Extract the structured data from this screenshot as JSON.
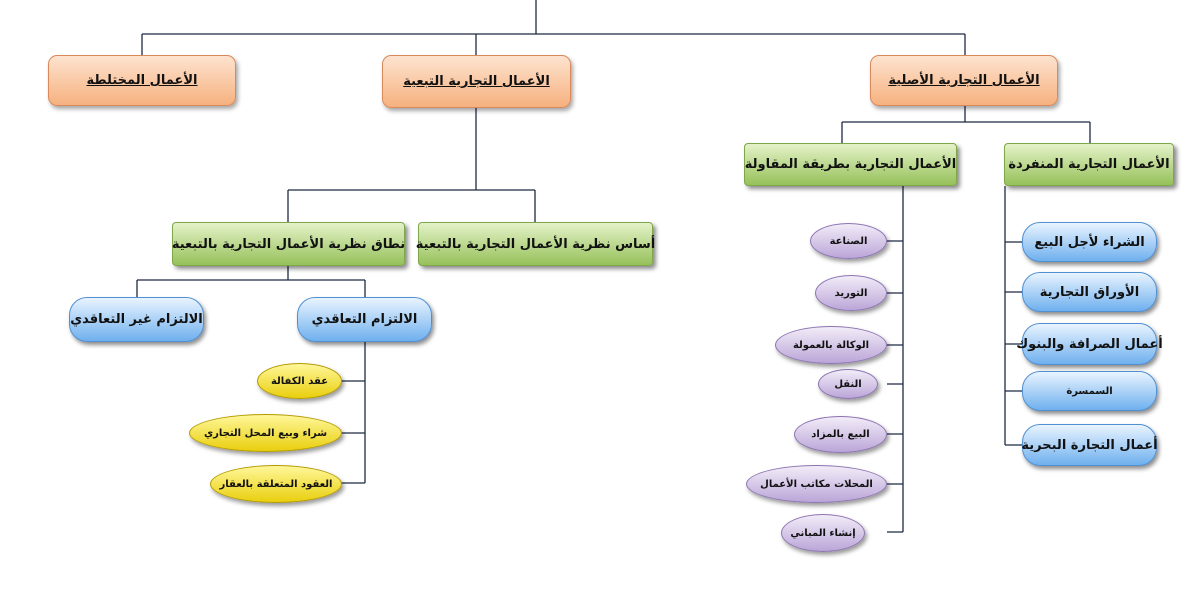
{
  "nodes": {
    "mixed": "الأعمال المختلطة",
    "ancillary": "الأعمال التجارية التبعية",
    "original": "الأعمال التجارية الأصلية",
    "contracting": "الأعمال التجارية بطريقة المقاولة",
    "individual": "الأعمال التجارية المنفردة",
    "basis": "أساس نظرية الأعمال التجارية بالتبعية",
    "scope": "نطاق نظرية الأعمال التجارية بالتبعية",
    "contractual": "الالتزام التعاقدي",
    "noncontractual": "الالتزام غير التعاقدي",
    "individual_items": [
      "الشراء لأجل البيع",
      "الأوراق التجارية",
      "أعمال الصرافة والبنوك",
      "السمسرة",
      "أعمال التجارة البحرية"
    ],
    "contracting_items": [
      "الصناعة",
      "التوريد",
      "الوكالة بالعمولة",
      "النقل",
      "البيع بالمزاد",
      "المحلات مكاتب الأعمال",
      "إنشاء المباني"
    ],
    "contractual_items": [
      "عقد الكفالة",
      "شراء وبيع المحل التجاري",
      "العقود المتعلقة بالعقار"
    ]
  }
}
